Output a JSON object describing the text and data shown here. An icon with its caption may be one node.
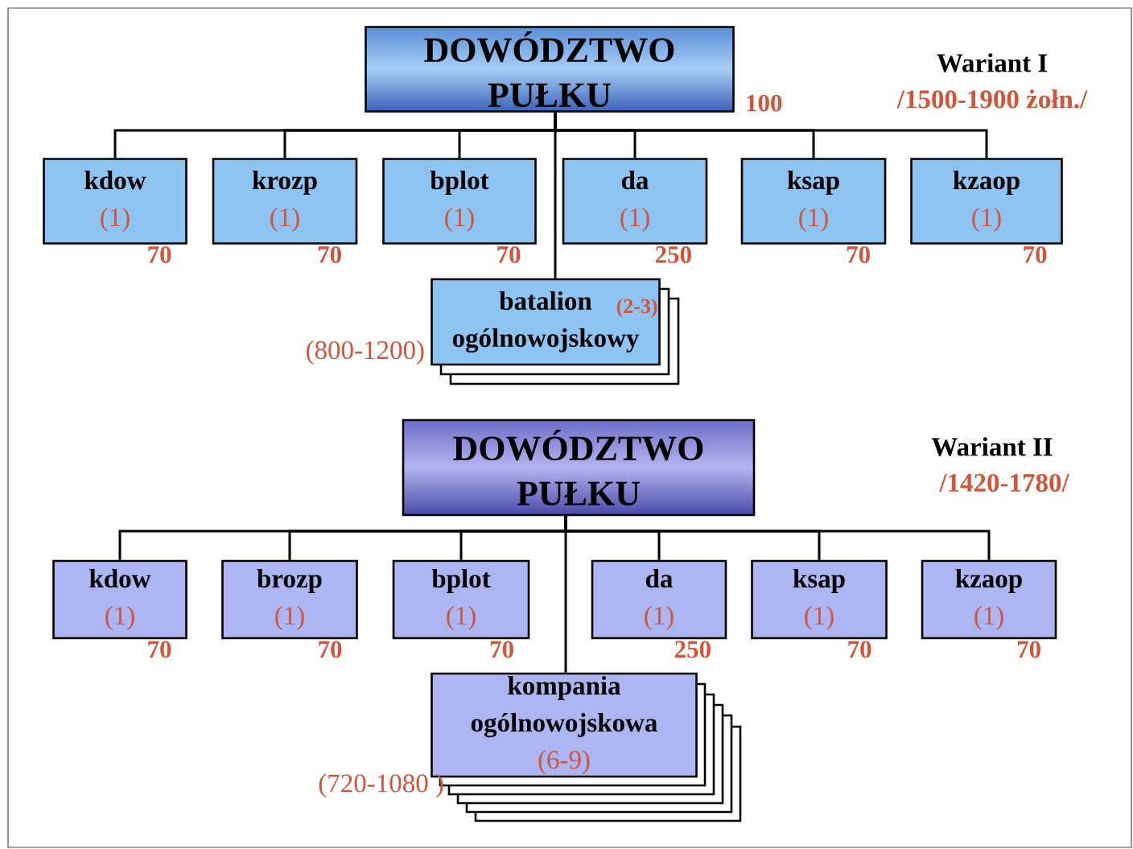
{
  "diagram": {
    "nodes": [
      {
        "text": [
          "DOWÓDZTWO PUŁKU"
        ],
        "beside": [
          "100"
        ]
      },
      {
        "text": [
          "kdow",
          "(1)"
        ],
        "beside": [
          "70"
        ]
      },
      {
        "text": [
          "krozp",
          "(1)"
        ],
        "beside": [
          "70"
        ]
      },
      {
        "text": [
          "bplot",
          "(1)"
        ],
        "beside": [
          "70"
        ]
      },
      {
        "text": [
          "da",
          "(1)"
        ],
        "beside": [
          "250"
        ]
      },
      {
        "text": [
          "ksap",
          "(1)"
        ],
        "beside": [
          "70"
        ]
      },
      {
        "text": [
          "kzaop",
          "(1)"
        ],
        "beside": [
          "70"
        ]
      },
      {
        "text": [
          "batalion ogólnowojskowy",
          "(2-3)"
        ],
        "beside": [
          "(800-1200)"
        ]
      },
      {
        "text": [
          "DOWÓDZTWO PUŁKU"
        ]
      },
      {
        "text": [
          "kdow",
          "(1)"
        ],
        "beside": [
          "70"
        ]
      },
      {
        "text": [
          "brozp",
          "(1)"
        ],
        "beside": [
          "70"
        ]
      },
      {
        "text": [
          "bplot",
          "(1)"
        ],
        "beside": [
          "70"
        ]
      },
      {
        "text": [
          "da",
          "(1)"
        ],
        "beside": [
          "250"
        ]
      },
      {
        "text": [
          "ksap",
          "(1)"
        ],
        "beside": [
          "70"
        ]
      },
      {
        "text": [
          "kzaop",
          "(1)"
        ],
        "beside": [
          "70"
        ]
      },
      {
        "text": [
          "kompania ogólnowojskowa",
          "(6-9)"
        ],
        "beside": [
          "(720-1080 )"
        ]
      }
    ],
    "edges": [
      {
        "from": 0,
        "to": 1,
        "arrow": "none"
      },
      {
        "from": 0,
        "to": 2,
        "arrow": "none"
      },
      {
        "from": 0,
        "to": 3,
        "arrow": "none"
      },
      {
        "from": 0,
        "to": 4,
        "arrow": "none"
      },
      {
        "from": 0,
        "to": 5,
        "arrow": "none"
      },
      {
        "from": 0,
        "to": 6,
        "arrow": "none"
      },
      {
        "from": 0,
        "to": 7,
        "arrow": "none"
      },
      {
        "from": 8,
        "to": 9,
        "arrow": "none"
      },
      {
        "from": 8,
        "to": 10,
        "arrow": "none"
      },
      {
        "from": 8,
        "to": 11,
        "arrow": "none"
      },
      {
        "from": 8,
        "to": 12,
        "arrow": "none"
      },
      {
        "from": 8,
        "to": 13,
        "arrow": "none"
      },
      {
        "from": 8,
        "to": 14,
        "arrow": "none"
      },
      {
        "from": 8,
        "to": 15,
        "arrow": "none"
      }
    ],
    "labels": [
      "Wariant I",
      "/1500-1900 żołn./",
      "Wariant II",
      "/1420-1780/"
    ]
  }
}
